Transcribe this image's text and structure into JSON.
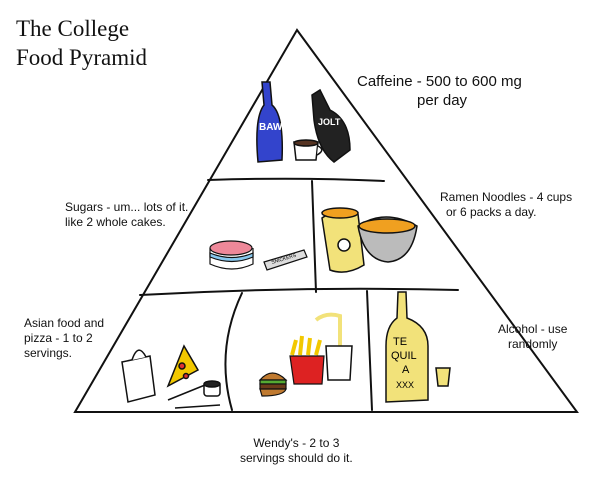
{
  "title": {
    "line1": "The College",
    "line2": "Food Pyramid"
  },
  "labels": {
    "caffeine": {
      "line1": "Caffeine - 500 to 600 mg",
      "line2": "per day"
    },
    "sugars": {
      "line1": "Sugars - um... lots of it.",
      "line2": "like 2 whole cakes."
    },
    "ramen": {
      "line1": "Ramen Noodles - 4 cups",
      "line2": "or 6 packs a day."
    },
    "asian": {
      "line1": "Asian food and",
      "line2": "pizza - 1 to 2",
      "line3": "servings."
    },
    "alcohol": {
      "line1": "Alcohol - use",
      "line2": "randomly"
    },
    "wendys": {
      "line1": "Wendy's - 2 to 3",
      "line2": "servings should do it."
    }
  },
  "drawing_text": {
    "bawls": "BAW",
    "jolt": "JOLT",
    "snickers": "SNICKERS",
    "tequila1": "TE",
    "tequila2": "QUIL",
    "tequila3": "A",
    "tequila4": "XXX"
  },
  "colors": {
    "outline": "#111111",
    "bottle_blue": "#3344cc",
    "yellow": "#f2e27a",
    "orange": "#f0a020",
    "cake_pink": "#ee8899",
    "cake_blue": "#88c8ee",
    "burger": "#c07a30",
    "fries": "#f2c800",
    "fries_box": "#dd2222"
  }
}
